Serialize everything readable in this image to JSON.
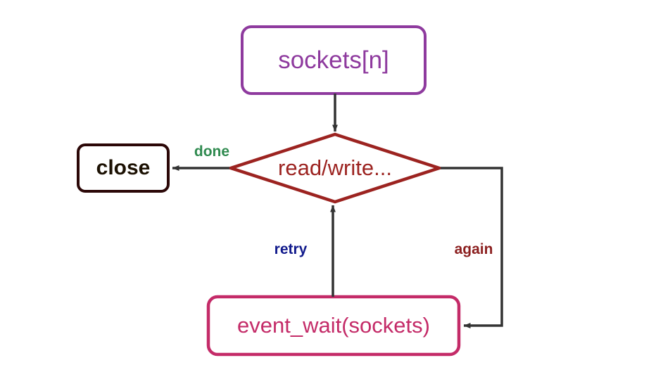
{
  "diagram": {
    "type": "flowchart",
    "title": "",
    "background": "#ffffff",
    "nodes": [
      {
        "id": "sockets",
        "label": "sockets[n]",
        "shape": "rounded-rectangle",
        "border_color": "#8e3a9e",
        "text_color": "#8e3a9e",
        "fill": "#ffffff"
      },
      {
        "id": "readwrite",
        "label": "read/write...",
        "shape": "diamond",
        "border_color": "#9c2320",
        "text_color": "#9c2320",
        "fill": "#ffffff"
      },
      {
        "id": "close",
        "label": "close",
        "shape": "rounded-rectangle",
        "border_color": "#2b0707",
        "text_color": "#1c1103",
        "fill": "#ffffff"
      },
      {
        "id": "event_wait",
        "label": "event_wait(sockets)",
        "shape": "rounded-rectangle",
        "border_color": "#c42b68",
        "text_color": "#c42b68",
        "fill": "#ffffff"
      }
    ],
    "edges": [
      {
        "id": "sockets-to-readwrite",
        "from": "sockets",
        "to": "readwrite",
        "label": "",
        "line_color": "#333333"
      },
      {
        "id": "readwrite-to-close",
        "from": "readwrite",
        "to": "close",
        "label": "done",
        "label_color": "#2f8a4f",
        "line_color": "#333333"
      },
      {
        "id": "readwrite-to-event_wait",
        "from": "readwrite",
        "to": "event_wait",
        "label": "again",
        "label_color": "#8c2020",
        "line_color": "#333333"
      },
      {
        "id": "event_wait-to-readwrite",
        "from": "event_wait",
        "to": "readwrite",
        "label": "retry",
        "label_color": "#111a8c",
        "line_color": "#333333"
      }
    ]
  }
}
